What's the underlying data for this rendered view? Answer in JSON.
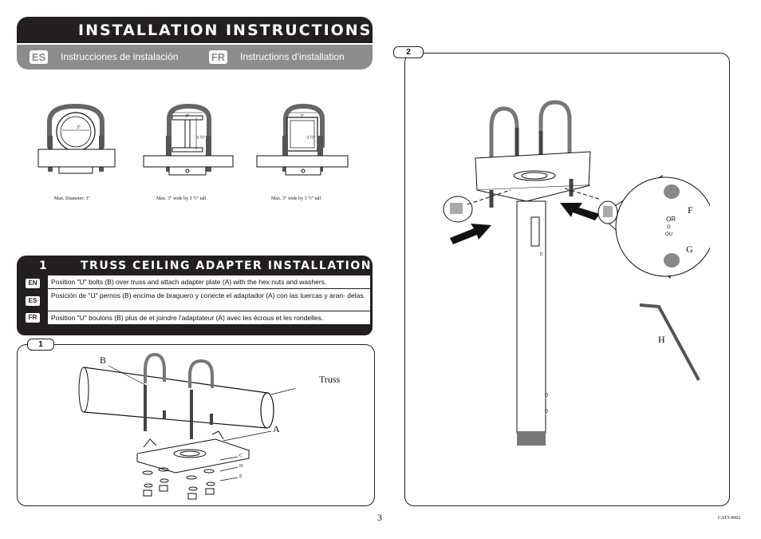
{
  "header": {
    "title": "INSTALLATION INSTRUCTIONS",
    "languages": [
      {
        "code": "ES",
        "label": "Instrucciones de instalación"
      },
      {
        "code": "FR",
        "label": "Instructions d’installation"
      }
    ]
  },
  "clamp_diagrams": [
    {
      "caption": "Max.  Diameter:  3\"",
      "dim_width": "3\"",
      "dim_height": ""
    },
    {
      "caption": "Max.  3\" wide by 3 ½\" tall",
      "dim_width": "3\"",
      "dim_height": "3 ½\""
    },
    {
      "caption": "Max.  3\" wide by 3 ½\" tall",
      "dim_width": "3\"",
      "dim_height": "3 ½\""
    }
  ],
  "section1": {
    "number": "1",
    "title": "TRUSS CEILING ADAPTER INSTALLATION",
    "instructions": [
      {
        "code": "EN",
        "text": "Position \"U\" bolts (B) over truss and attach adapter plate (A) with the hex nuts and washers."
      },
      {
        "code": "ES",
        "text": "Posición de  \"U\" pernos (B) encima de  braguero y conecte el adaptador (A) con las tuercas y aran- delas."
      },
      {
        "code": "FR",
        "text": "Position \"U\" boulons (B) plus de et joindre l'adaptateur (A) avec les écrous et les rondelles."
      }
    ]
  },
  "figure1": {
    "tab": "1",
    "labels": {
      "b": "B",
      "truss": "Truss",
      "a": "A",
      "c": "C",
      "d": "D",
      "e": "E"
    }
  },
  "figure2": {
    "tab": "2",
    "labels": {
      "f": "F",
      "g": "G",
      "h": "H",
      "or1": "OR",
      "or2": "O",
      "or3": "OU",
      "d": "D",
      "zero1": "0",
      "zero2": "0"
    }
  },
  "footer": {
    "page_number": "3",
    "code": "CAT3-0002"
  }
}
